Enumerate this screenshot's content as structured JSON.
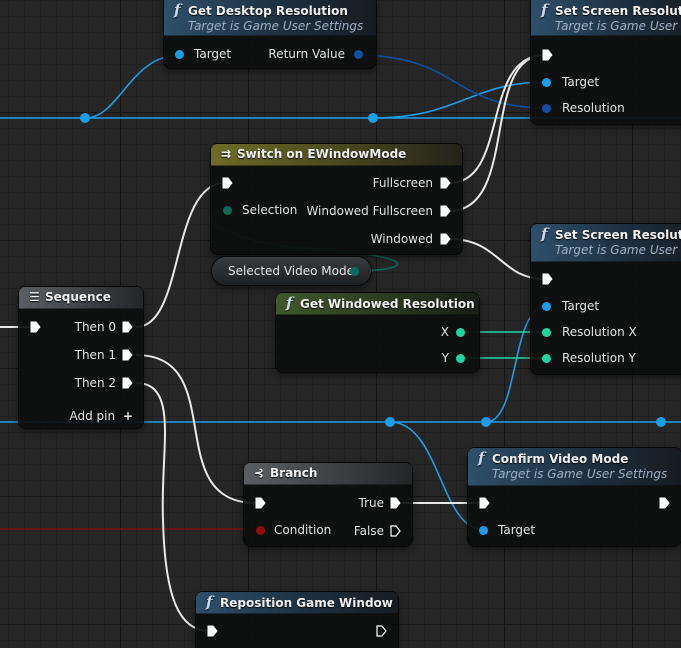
{
  "nodes": {
    "get_desktop_resolution": {
      "title": "Get Desktop Resolution",
      "subtitle": "Target is Game User Settings",
      "pin_target": "Target",
      "pin_return": "Return Value"
    },
    "set_screen_resolution_1": {
      "title": "Set Screen Resolution",
      "subtitle": "Target is Game User Settings",
      "pin_target": "Target",
      "pin_resolution": "Resolution"
    },
    "switch_window_mode": {
      "title": "Switch on EWindowMode",
      "pin_selection": "Selection",
      "pin_fullscreen": "Fullscreen",
      "pin_windowed_fullscreen": "Windowed Fullscreen",
      "pin_windowed": "Windowed"
    },
    "selected_video_mode": {
      "label": "Selected Video Mode"
    },
    "set_screen_resolution_2": {
      "title": "Set Screen Resolution",
      "subtitle": "Target is Game User Settings",
      "pin_target": "Target",
      "pin_res_x": "Resolution X",
      "pin_res_y": "Resolution Y"
    },
    "get_windowed_resolution": {
      "title": "Get Windowed Resolution",
      "pin_x": "X",
      "pin_y": "Y"
    },
    "sequence": {
      "title": "Sequence",
      "pin_then0": "Then 0",
      "pin_then1": "Then 1",
      "pin_then2": "Then 2",
      "add_pin": "Add pin"
    },
    "branch": {
      "title": "Branch",
      "pin_condition": "Condition",
      "pin_true": "True",
      "pin_false": "False"
    },
    "confirm_video_mode": {
      "title": "Confirm Video Mode",
      "subtitle": "Target is Game User Settings",
      "pin_target": "Target"
    },
    "reposition_game_window": {
      "title": "Reposition Game Window"
    }
  },
  "colors": {
    "object_wire": "#1c9de8",
    "struct_wire": "#124fa0",
    "enum_wire": "#0d6b5a",
    "float_wire": "#1fd6a3",
    "exec_wire": "#e8e8e8",
    "bool_wire": "#8f0e0e",
    "grid": "#262626"
  },
  "icons": {
    "function": "function-f-icon",
    "switch": "switch-icon",
    "sequence": "sequence-icon",
    "branch": "branch-icon",
    "exec_pin": "exec-arrow-icon",
    "add": "plus-icon"
  }
}
